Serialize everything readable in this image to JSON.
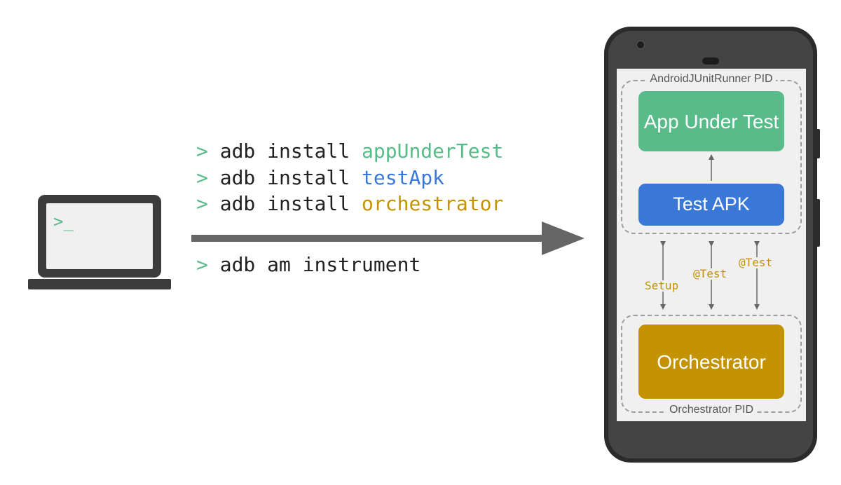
{
  "laptop": {
    "prompt": ">_"
  },
  "commands": [
    {
      "prefix": ">",
      "text": "adb install ",
      "highlight": "appUnderTest",
      "highlight_color": "#57bb8a"
    },
    {
      "prefix": ">",
      "text": "adb install ",
      "highlight": "testApk",
      "highlight_color": "#3a78d8"
    },
    {
      "prefix": ">",
      "text": "adb install ",
      "highlight": "orchestrator",
      "highlight_color": "#c39304"
    },
    {
      "prefix": ">",
      "text": "adb am instrument",
      "highlight": "",
      "highlight_color": ""
    }
  ],
  "phone": {
    "runner_pid_label": "AndroidJUnitRunner PID",
    "orchestrator_pid_label": "Orchestrator PID",
    "app_under_test": "App Under Test",
    "test_apk": "Test APK",
    "orchestrator": "Orchestrator",
    "flows": [
      "Setup",
      "@Test",
      "@Test"
    ]
  },
  "colors": {
    "green": "#57bb8a",
    "blue": "#3a78d8",
    "gold": "#c39304",
    "dark": "#3c3c3c",
    "arrow": "#666666"
  }
}
